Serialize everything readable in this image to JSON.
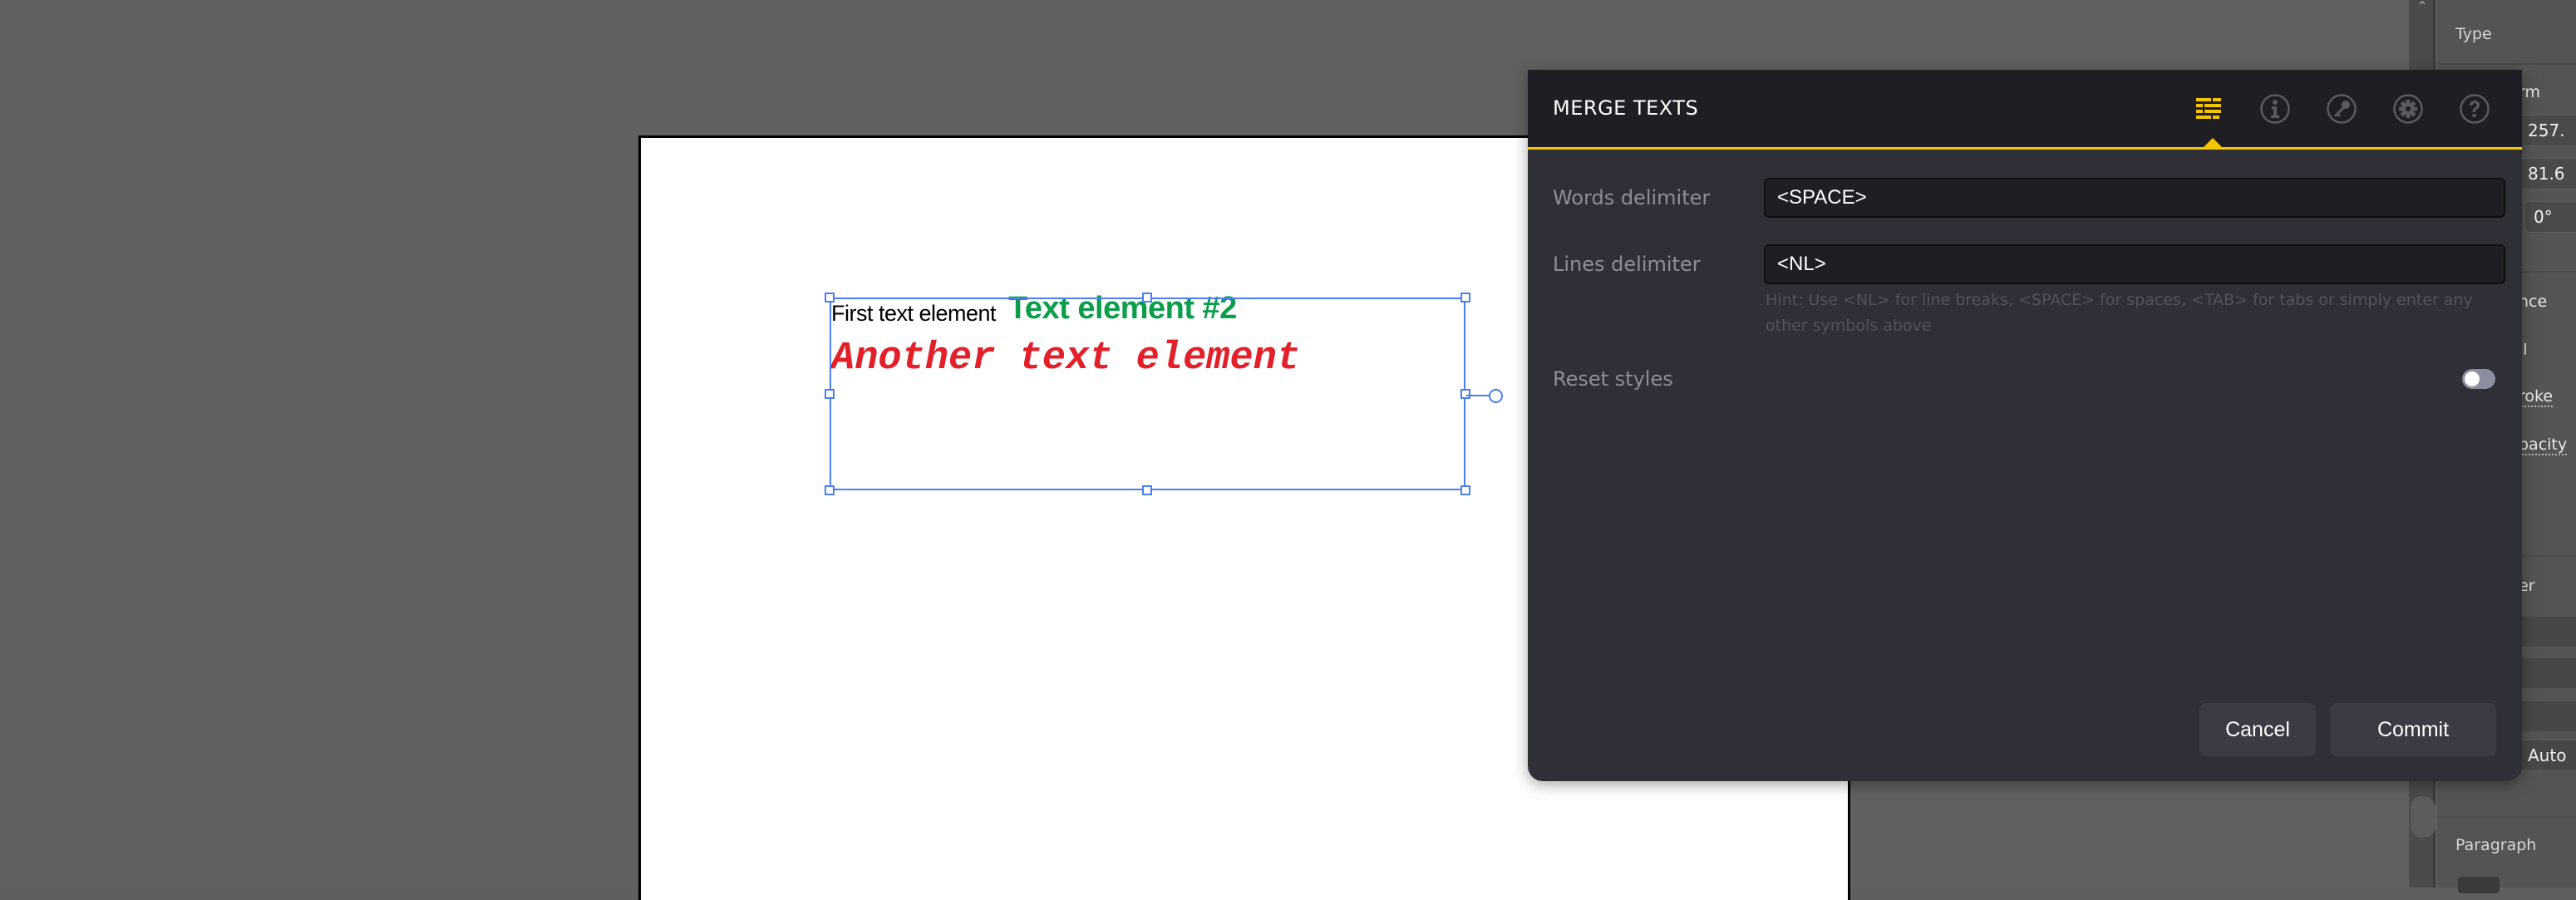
{
  "canvas": {
    "text_elements": [
      {
        "text": "First text element",
        "color": "#000000"
      },
      {
        "text": "Text element #2",
        "color": "#0a9e4a"
      },
      {
        "text": "Another text element",
        "color": "#e3202a"
      }
    ],
    "selection_color": "#4a7ef2"
  },
  "dialog": {
    "title": "MERGE TEXTS",
    "accent_color": "#f2c500",
    "tabs": [
      {
        "icon": "merge-lines-icon",
        "active": true
      },
      {
        "icon": "info-icon",
        "active": false
      },
      {
        "icon": "key-icon",
        "active": false
      },
      {
        "icon": "gear-icon",
        "active": false
      },
      {
        "icon": "help-icon",
        "active": false
      }
    ],
    "fields": {
      "words_delimiter": {
        "label": "Words delimiter",
        "value": "<SPACE>"
      },
      "lines_delimiter": {
        "label": "Lines delimiter",
        "value": "<NL>"
      }
    },
    "hint": "Hint: Use <NL> for line breaks, <SPACE> for spaces, <TAB> for tabs or simply enter any other symbols above",
    "reset_styles": {
      "label": "Reset styles",
      "enabled": false
    },
    "buttons": {
      "cancel": "Cancel",
      "commit": "Commit"
    }
  },
  "properties_panel": {
    "type_title": "Type",
    "transform_title_fragment": "rm",
    "transform_values": [
      "257.",
      "81.6",
      "0°"
    ],
    "appearance_title_fragment": "nce",
    "fill_fragment": "ll",
    "stroke_fragment": "roke",
    "opacity_fragment": "pacity",
    "layer_fragment": "er",
    "auto_value": "Auto",
    "paragraph_title": "Paragraph"
  }
}
